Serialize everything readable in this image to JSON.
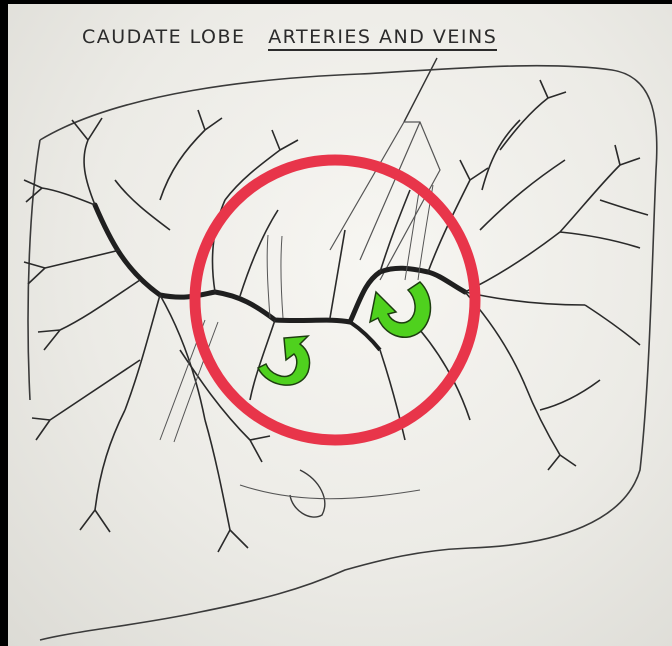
{
  "diagram": {
    "title_part1": "CAUDATE  LOBE",
    "title_part2": "ARTERIES  AND  VEINS"
  },
  "colors": {
    "highlight_circle": "#e8354a",
    "arrow_fill": "#4fd11e",
    "arrow_outline": "#1d3d10",
    "ink": "#2a2a2a"
  },
  "annotations": {
    "circle_icon": "red-circle-highlight",
    "arrow_icons": [
      "green-curved-arrow-left",
      "green-curved-arrow-right"
    ]
  }
}
